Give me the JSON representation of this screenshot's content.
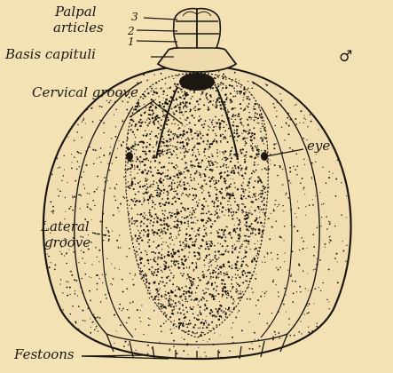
{
  "labels": {
    "palpal_line1": "Palpal",
    "palpal_line2": "articles",
    "article_3": "3",
    "article_2": "2",
    "article_1": "1",
    "basis_capituli": "Basis capituli",
    "sex_symbol": "♂",
    "cervical_groove": "Cervical groove",
    "eye": "eye",
    "lateral_line1": "Lateral",
    "lateral_line2": "groove",
    "festoons": "Festoons"
  },
  "colors": {
    "paper": "#f3e2b3",
    "ink": "#1c1710"
  }
}
